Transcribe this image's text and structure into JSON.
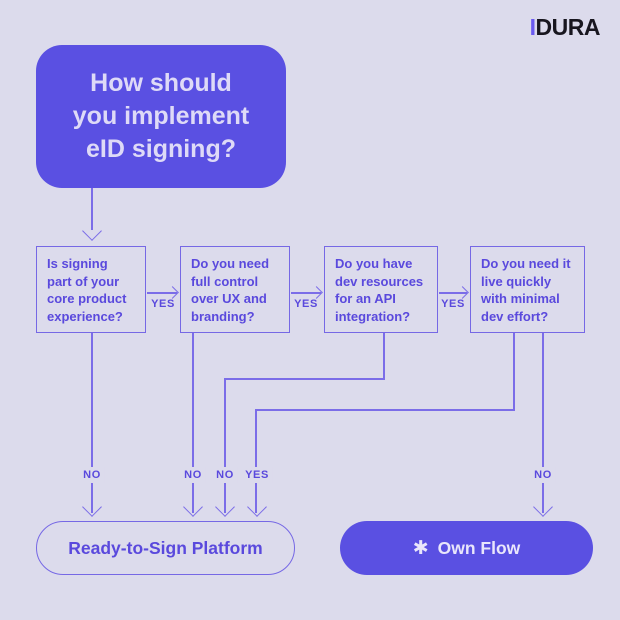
{
  "logo": {
    "mark": "I",
    "word": "DURA"
  },
  "title": {
    "lines": [
      "How should",
      "you implement",
      "eID signing?"
    ]
  },
  "questions": [
    {
      "lines": [
        "Is signing",
        "part of your",
        "core product",
        "experience?"
      ]
    },
    {
      "lines": [
        "Do you need",
        "full control",
        "over UX and",
        "branding?"
      ]
    },
    {
      "lines": [
        "Do you have",
        "dev resources",
        "for an API",
        "integration?"
      ]
    },
    {
      "lines": [
        "Do you need it",
        "live quickly",
        "with minimal",
        "dev effort?"
      ]
    }
  ],
  "edge_labels": {
    "q1_to_q2": "YES",
    "q2_to_q3": "YES",
    "q3_to_q4": "YES",
    "q1_no": "NO",
    "q2_no": "NO",
    "q3_no": "NO",
    "q4_yes": "YES",
    "q4_no": "NO"
  },
  "outcomes": {
    "platform": {
      "label": "Ready-to-Sign Platform"
    },
    "own_flow": {
      "icon": "✱",
      "label": "Own Flow"
    }
  },
  "colors": {
    "background": "#dcdbec",
    "purple_fill": "#5a50e2",
    "purple_text": "#5a49dd",
    "line_purple": "#7b6de8",
    "title_text": "#dedaf7",
    "logo_black": "#18161f",
    "logo_mark": "#6a5af0"
  }
}
